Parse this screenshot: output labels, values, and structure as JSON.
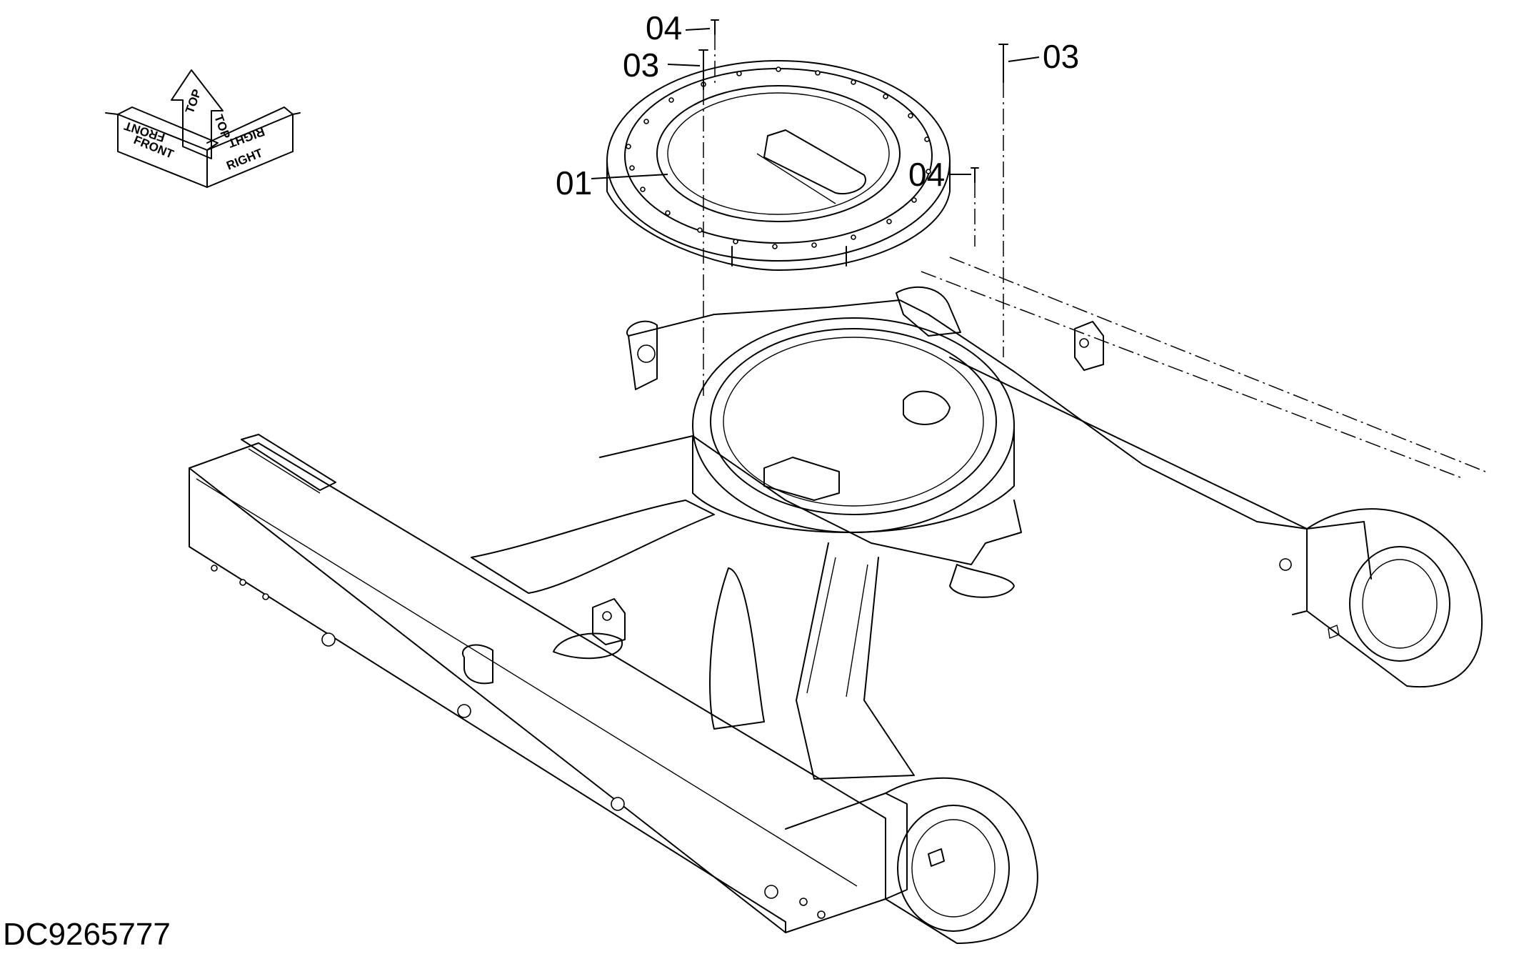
{
  "document_id": "DC9265777",
  "orientation_arrows": {
    "labels": [
      "FRONT",
      "TOP",
      "TOP",
      "RIGHT",
      "FRONT",
      "RIGHT"
    ]
  },
  "callouts": [
    {
      "id": "c01",
      "label": "01"
    },
    {
      "id": "c03a",
      "label": "03"
    },
    {
      "id": "c03b",
      "label": "03"
    },
    {
      "id": "c04a",
      "label": "04"
    },
    {
      "id": "c04b",
      "label": "04"
    }
  ]
}
